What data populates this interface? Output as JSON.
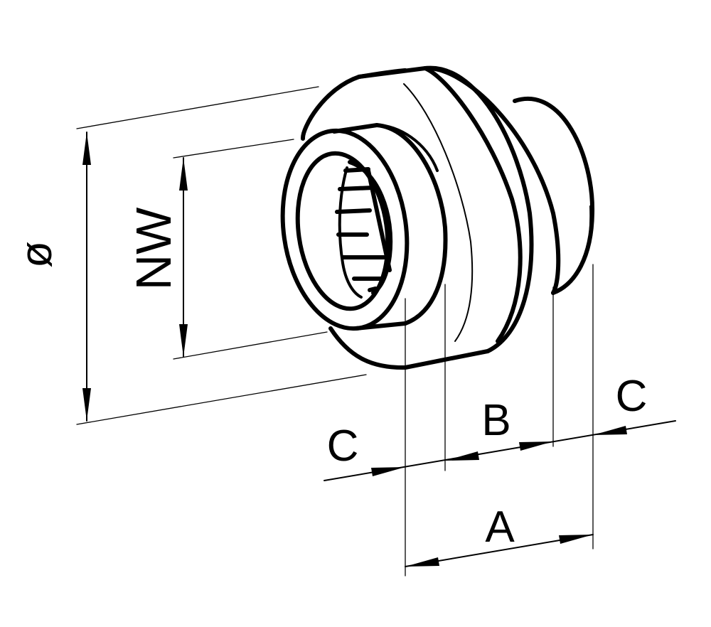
{
  "labels": {
    "outer_diameter": "ø",
    "nominal_width": "NW",
    "dim_a": "A",
    "dim_b": "B",
    "dim_c_left": "C",
    "dim_c_right": "C"
  }
}
